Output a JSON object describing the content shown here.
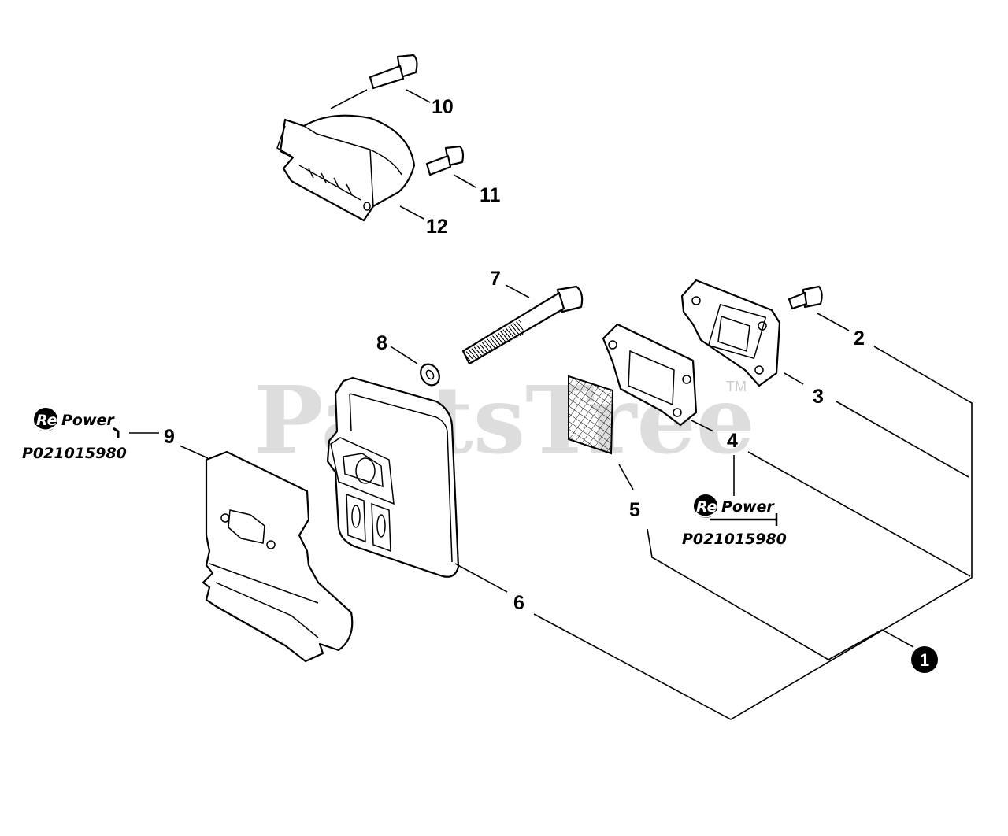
{
  "watermark": {
    "text": "PartsTree",
    "trademark": "TM"
  },
  "callouts": {
    "c1": "1",
    "c2": "2",
    "c3": "3",
    "c4": "4",
    "c5": "5",
    "c6": "6",
    "c7": "7",
    "c8": "8",
    "c9": "9",
    "c10": "10",
    "c11": "11",
    "c12": "12"
  },
  "repower_left": {
    "brand_prefix": "Re",
    "brand_suffix": "Power",
    "part_number": "P021015980"
  },
  "repower_right": {
    "brand_prefix": "Re",
    "brand_suffix": "Power",
    "part_number": "P021015980"
  },
  "colors": {
    "ink": "#000000",
    "watermark": "#c8c8c8",
    "background": "#ffffff"
  },
  "icons": [
    "repower-logo-icon",
    "assembly-number-icon"
  ]
}
